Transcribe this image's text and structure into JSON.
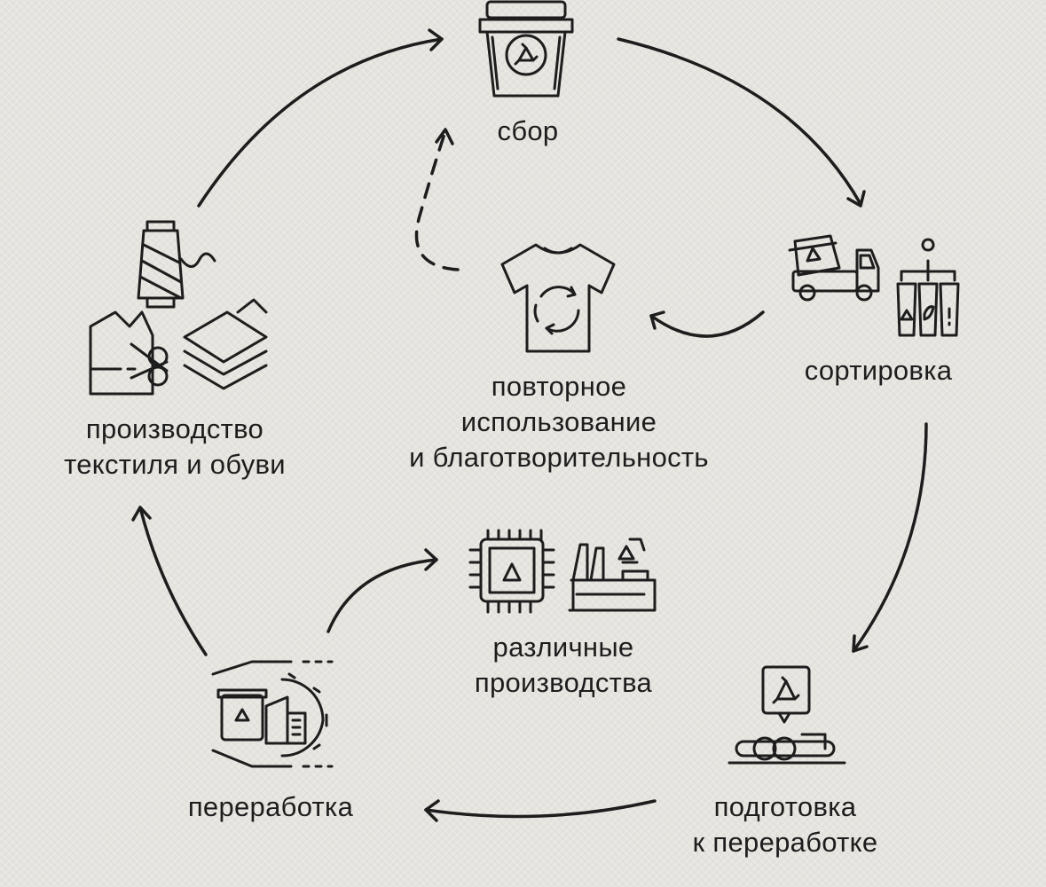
{
  "colors": {
    "ink": "#1d1d1d",
    "background": "#e6e4df"
  },
  "stages": {
    "collection": {
      "lines": [
        "сбор"
      ],
      "icon": "recycle-bin-icon"
    },
    "sorting": {
      "lines": [
        "сортировка"
      ],
      "icon": "garbage-truck-sorting-icon"
    },
    "preparation": {
      "lines": [
        "подготовка",
        "к переработке"
      ],
      "icon": "conveyor-recycle-icon"
    },
    "processing": {
      "lines": [
        "переработка"
      ],
      "icon": "recycling-factory-icon"
    },
    "production": {
      "lines": [
        "производство",
        "текстиля и обуви"
      ],
      "icon": "thread-scissors-fabric-icon"
    },
    "reuse": {
      "lines": [
        "повторное",
        "использование",
        "и благотворительность"
      ],
      "icon": "tshirt-recycle-icon"
    },
    "manufacturing": {
      "lines": [
        "различные",
        "производства"
      ],
      "icon": "chip-factory-icon"
    }
  }
}
